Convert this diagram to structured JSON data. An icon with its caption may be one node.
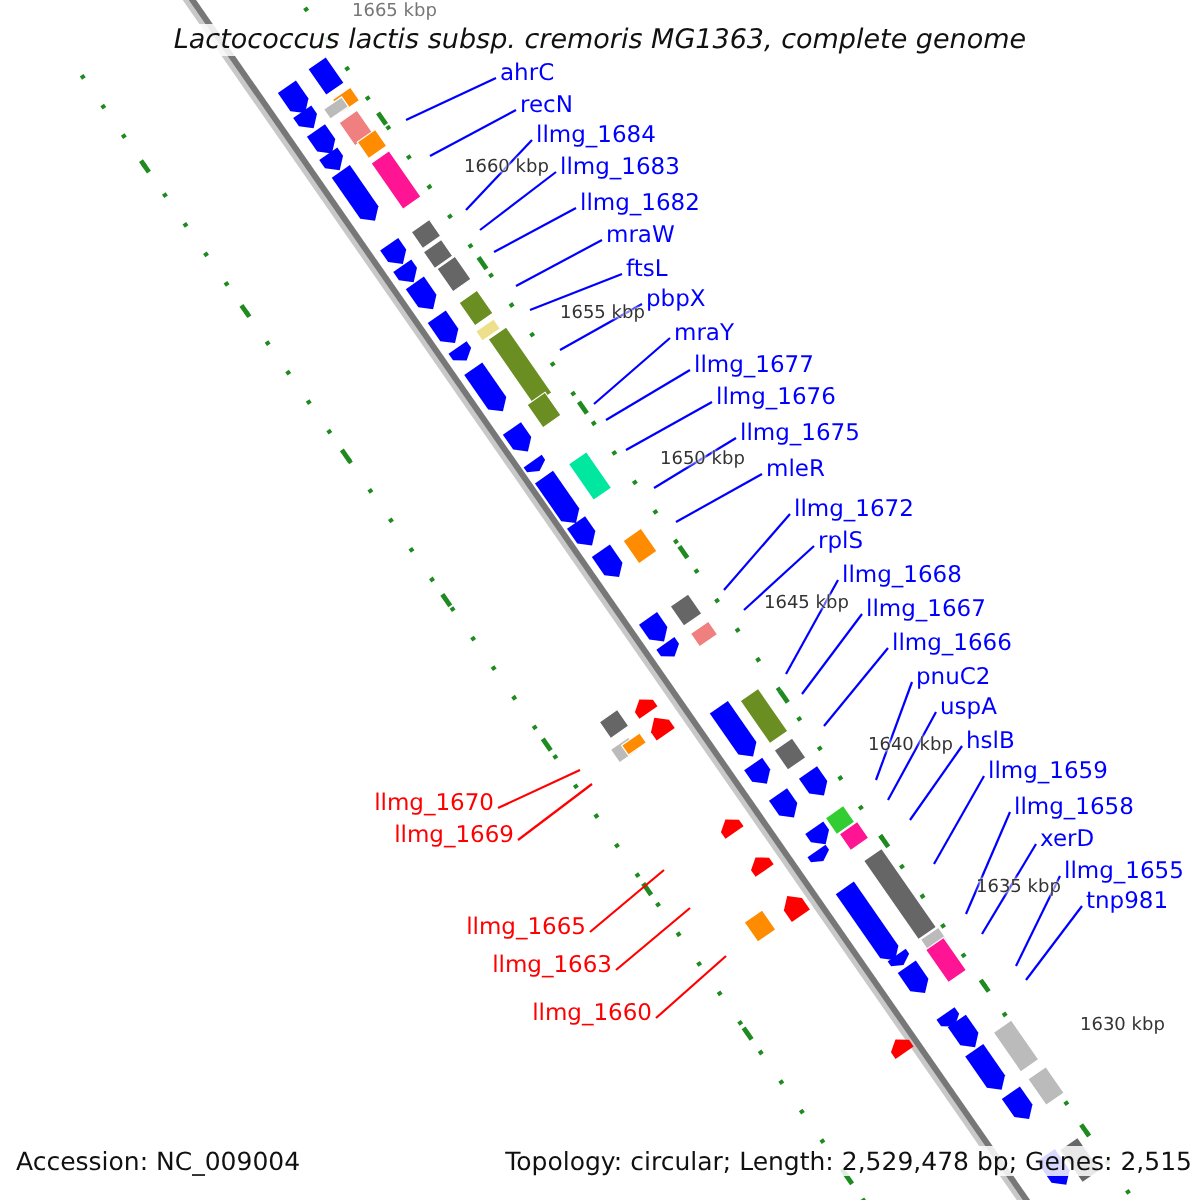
{
  "diagram": {
    "title": "Lactococcus lactis subsp. cremoris MG1363, complete genome",
    "nodes": [
      {
        "text": [
          "ahrC"
        ]
      },
      {
        "text": [
          "recN"
        ]
      },
      {
        "text": [
          "llmg_1684"
        ]
      },
      {
        "text": [
          "llmg_1683"
        ]
      },
      {
        "text": [
          "llmg_1682"
        ]
      },
      {
        "text": [
          "mraW"
        ]
      },
      {
        "text": [
          "ftsL"
        ]
      },
      {
        "text": [
          "pbpX"
        ]
      },
      {
        "text": [
          "mraY"
        ]
      },
      {
        "text": [
          "llmg_1677"
        ]
      },
      {
        "text": [
          "llmg_1676"
        ]
      },
      {
        "text": [
          "llmg_1675"
        ]
      },
      {
        "text": [
          "mleR"
        ]
      },
      {
        "text": [
          "llmg_1672"
        ]
      },
      {
        "text": [
          "rplS"
        ]
      },
      {
        "text": [
          "llmg_1668"
        ]
      },
      {
        "text": [
          "llmg_1667"
        ]
      },
      {
        "text": [
          "llmg_1666"
        ]
      },
      {
        "text": [
          "pnuC2"
        ]
      },
      {
        "text": [
          "uspA"
        ]
      },
      {
        "text": [
          "hslB"
        ]
      },
      {
        "text": [
          "llmg_1659"
        ]
      },
      {
        "text": [
          "llmg_1658"
        ]
      },
      {
        "text": [
          "xerD"
        ]
      },
      {
        "text": [
          "llmg_1655"
        ]
      },
      {
        "text": [
          "tnp981"
        ]
      },
      {
        "text": [
          "llmg_1670"
        ]
      },
      {
        "text": [
          "llmg_1669"
        ]
      },
      {
        "text": [
          "llmg_1665"
        ]
      },
      {
        "text": [
          "llmg_1663"
        ]
      },
      {
        "text": [
          "llmg_1660"
        ]
      }
    ],
    "edges": [
      {
        "from": 0,
        "to": null,
        "arrow": "none"
      },
      {
        "from": 1,
        "to": null,
        "arrow": "none"
      },
      {
        "from": 2,
        "to": null,
        "arrow": "none"
      },
      {
        "from": 3,
        "to": null,
        "arrow": "none"
      },
      {
        "from": 4,
        "to": null,
        "arrow": "none"
      },
      {
        "from": 5,
        "to": null,
        "arrow": "none"
      },
      {
        "from": 6,
        "to": null,
        "arrow": "none"
      },
      {
        "from": 7,
        "to": null,
        "arrow": "none"
      },
      {
        "from": 8,
        "to": null,
        "arrow": "none"
      },
      {
        "from": 9,
        "to": null,
        "arrow": "none"
      },
      {
        "from": 10,
        "to": null,
        "arrow": "none"
      },
      {
        "from": 11,
        "to": null,
        "arrow": "none"
      },
      {
        "from": 12,
        "to": null,
        "arrow": "none"
      },
      {
        "from": 13,
        "to": null,
        "arrow": "none"
      },
      {
        "from": 14,
        "to": null,
        "arrow": "none"
      },
      {
        "from": 15,
        "to": null,
        "arrow": "none"
      },
      {
        "from": 16,
        "to": null,
        "arrow": "none"
      },
      {
        "from": 17,
        "to": null,
        "arrow": "none"
      },
      {
        "from": 18,
        "to": null,
        "arrow": "none"
      },
      {
        "from": 19,
        "to": null,
        "arrow": "none"
      },
      {
        "from": 20,
        "to": null,
        "arrow": "none"
      },
      {
        "from": 21,
        "to": null,
        "arrow": "none"
      },
      {
        "from": 22,
        "to": null,
        "arrow": "none"
      },
      {
        "from": 23,
        "to": null,
        "arrow": "none"
      },
      {
        "from": 24,
        "to": null,
        "arrow": "none"
      },
      {
        "from": 25,
        "to": null,
        "arrow": "none"
      },
      {
        "from": 26,
        "to": null,
        "arrow": "none",
        "color": "#ff0000"
      },
      {
        "from": 27,
        "to": null,
        "arrow": "none",
        "color": "#ff0000"
      },
      {
        "from": 28,
        "to": null,
        "arrow": "none",
        "color": "#ff0000"
      },
      {
        "from": 29,
        "to": null,
        "arrow": "none",
        "color": "#ff0000"
      },
      {
        "from": 30,
        "to": null,
        "arrow": "none",
        "color": "#ff0000"
      }
    ],
    "labels": [
      "1665 kbp",
      "1660 kbp",
      "1655 kbp",
      "1650 kbp",
      "1645 kbp",
      "1640 kbp",
      "1635 kbp",
      "1630 kbp",
      "Accession: NC_009004",
      "Topology: circular; Length: 2,529,478 bp; Genes: 2,515"
    ]
  }
}
